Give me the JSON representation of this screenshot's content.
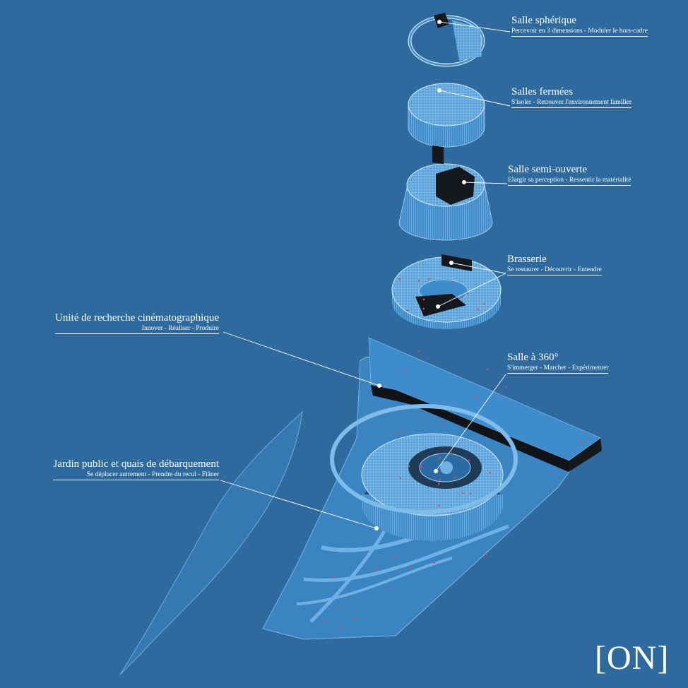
{
  "labels": {
    "salle_spherique": {
      "title": "Salle sphérique",
      "sub": "Percevoir en 3 dimensions - Moduler le hors-cadre"
    },
    "salles_fermees": {
      "title": "Salles fermées",
      "sub": "S'isoler - Retrouver l'environnement familier"
    },
    "salle_semi_ouverte": {
      "title": "Salle semi-ouverte",
      "sub": "Elargir sa perception - Ressentir la matérialité"
    },
    "brasserie": {
      "title": "Brasserie",
      "sub": "Se restaurer - Découvrir - Entendre"
    },
    "unite_recherche": {
      "title": "Unité de recherche cinématographique",
      "sub": "Innover - Réaliser - Produire"
    },
    "salle_360": {
      "title": "Salle à 360°",
      "sub": "S'immerger - Marcher - Expérimenter"
    },
    "jardin_public": {
      "title": "Jardin public et quais de débarquement",
      "sub": "Se déplacer autrement - Prendre du recul - Flâner"
    }
  },
  "logo": "[ON]",
  "colors": {
    "background": "#2e6a9e",
    "model_fill": "#3f8ccc",
    "model_line": "#9cc8ef",
    "dark_volume": "#15181c",
    "accent_red": "#e0425a",
    "text": "#ffffff"
  }
}
